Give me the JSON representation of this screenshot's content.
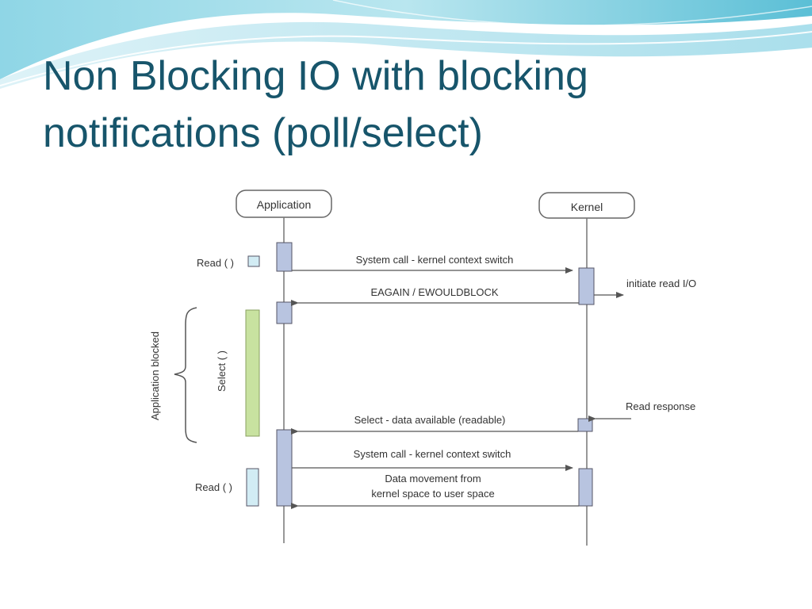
{
  "slide": {
    "title_line1": "Non Blocking IO with blocking",
    "title_line2": "notifications (poll/select)"
  },
  "diagram": {
    "actors": {
      "application": "Application",
      "kernel": "Kernel"
    },
    "left_labels": {
      "read_top": "Read ( )",
      "select": "Select ( )",
      "app_blocked": "Application blocked",
      "read_bottom": "Read ( )"
    },
    "messages": {
      "syscall_1": "System call - kernel context switch",
      "eagain": "EAGAIN / EWOULDBLOCK",
      "select_available": "Select - data available (readable)",
      "syscall_2": "System call - kernel context switch",
      "data_movement_line1": "Data movement from",
      "data_movement_line2": "kernel space to user space"
    },
    "right_labels": {
      "initiate_read": "initiate read I/O",
      "read_response": "Read response"
    }
  },
  "colors": {
    "title": "#17556b",
    "activation_box": "#b8c4e0",
    "select_bar": "#c8e2a0",
    "read_box_light": "#d2ecf4",
    "header_wave": "#7fcfe0"
  }
}
